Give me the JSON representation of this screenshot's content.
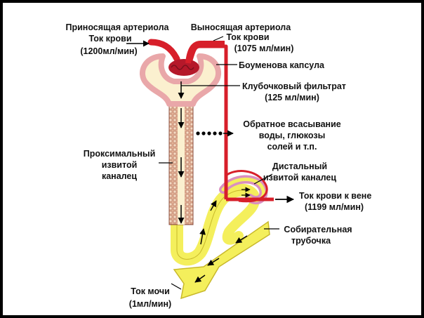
{
  "labels": {
    "afferent_title": "Приносящая артериола",
    "afferent_flow_label": "Ток крови",
    "afferent_flow_value": "(1200мл/мин)",
    "efferent_title": "Выносящая артериола",
    "efferent_flow_label": "Ток крови",
    "efferent_flow_value": "(1075 мл/мин)",
    "bowman_capsule": "Боуменова капсула",
    "filtrate_title": "Клубочковый фильтрат",
    "filtrate_value": "(125 мл/мин)",
    "reabsorption_line1": "Обратное всасывание",
    "reabsorption_line2": "воды, глюкозы",
    "reabsorption_line3": "солей и т.п.",
    "proximal_line1": "Проксимальный",
    "proximal_line2": "извитой",
    "proximal_line3": "каналец",
    "distal_line1": "Дистальный",
    "distal_line2": "извитой каналец",
    "vein_flow_title": "Ток крови к вене",
    "vein_flow_value": "(1199 мл/мин)",
    "collecting_line1": "Собирательная",
    "collecting_line2": "трубочка",
    "urine_title": "Ток мочи",
    "urine_value": "(1мл/мин)"
  },
  "colors": {
    "blood_vessel": "#d71f2a",
    "glomerulus": "#b5182a",
    "capsule_wall": "#e9a7a9",
    "capsule_inner": "#fbf0cf",
    "tubule_wall": "#e8b89c",
    "tubule_lumen": "#fbf0cf",
    "urine": "#f4ef5c",
    "urine_outline": "#c8b82a",
    "loop_wall": "#d98fc0",
    "frame": "#000000"
  }
}
